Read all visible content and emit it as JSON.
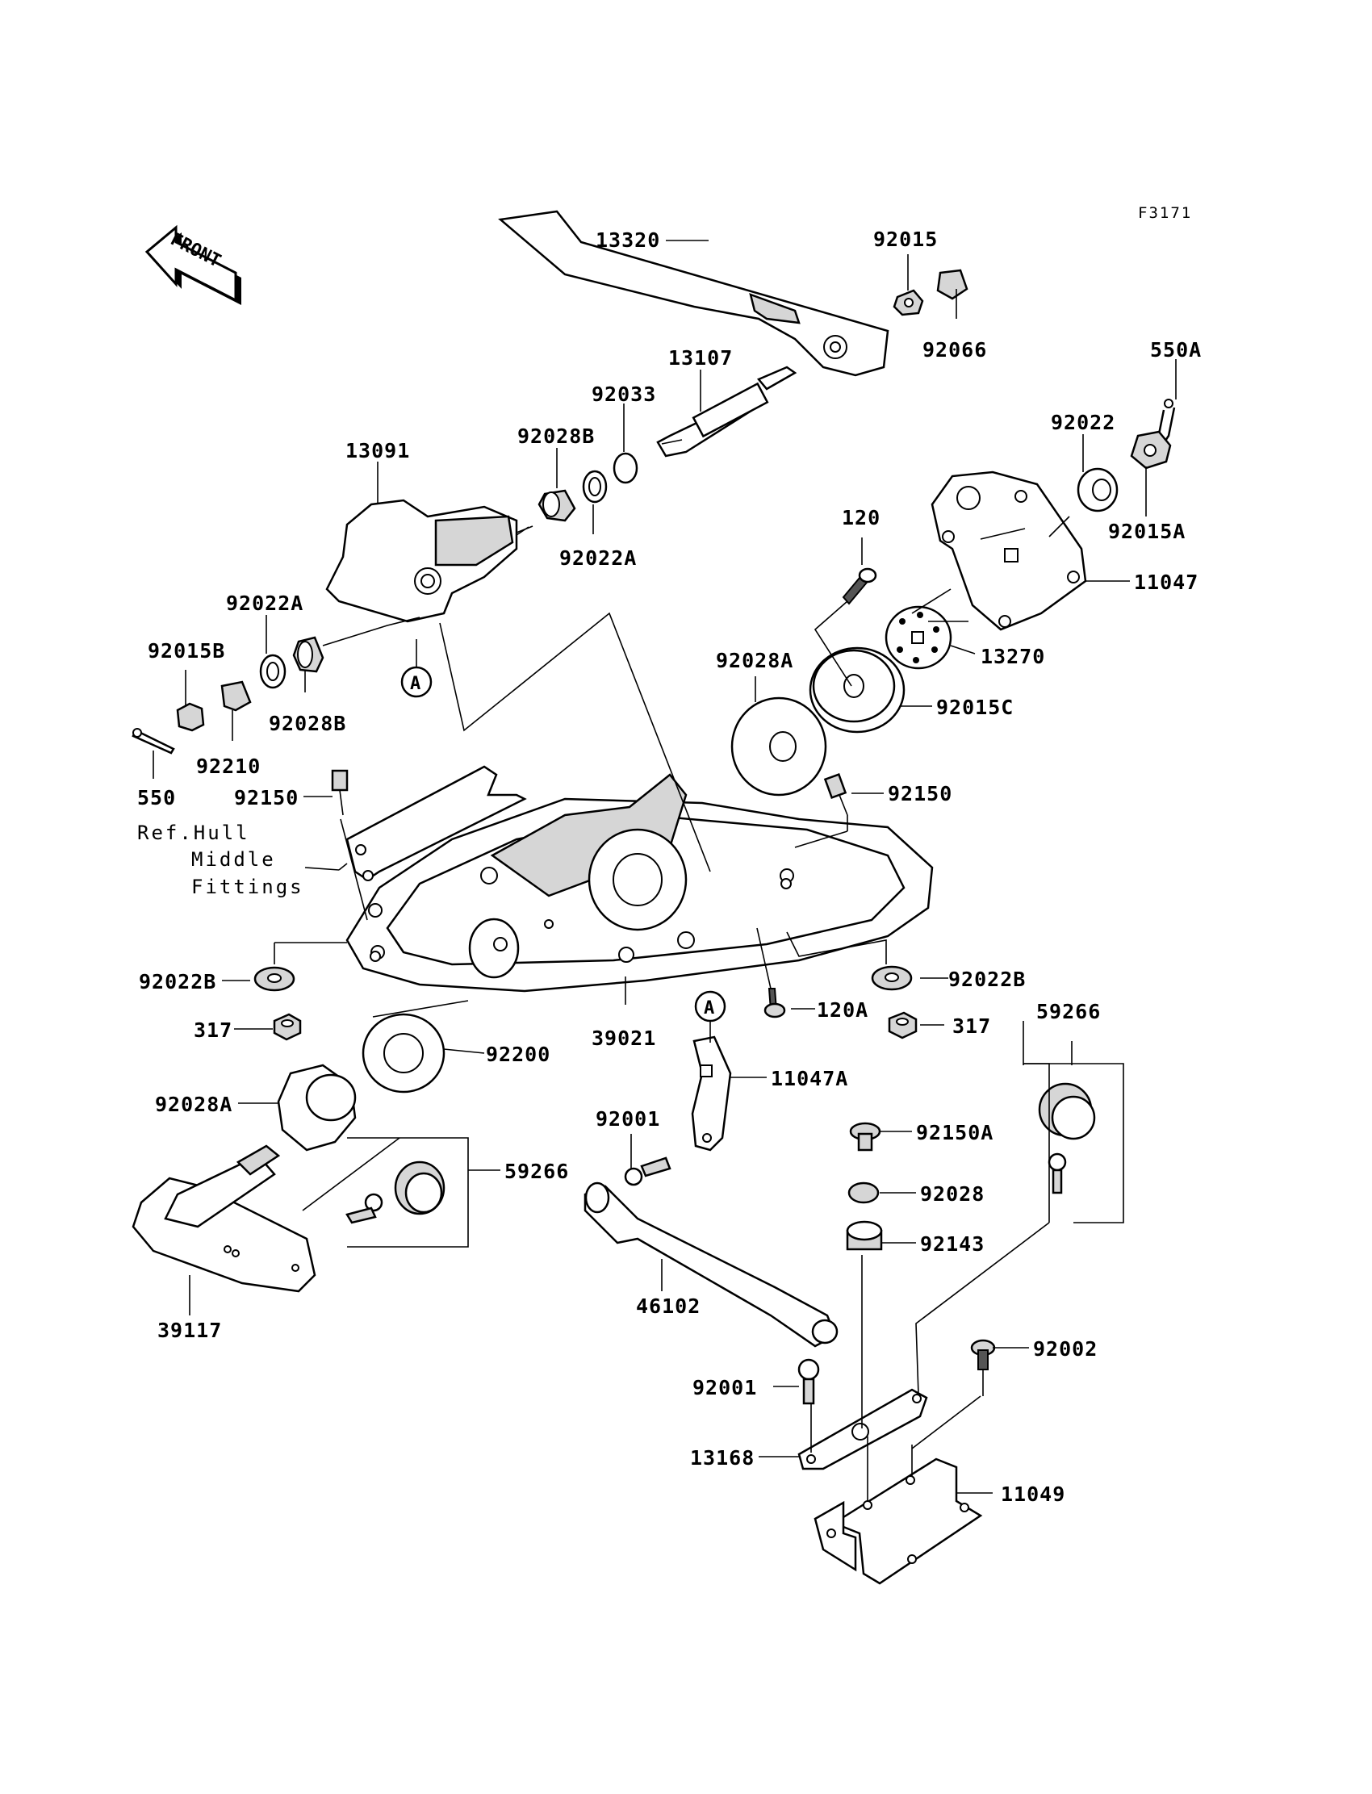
{
  "figure_code": "F3171",
  "front_arrow": {
    "text": "FRONT"
  },
  "ref_note": {
    "line1": "Ref.Hull",
    "line2": "Middle",
    "line3": "Fittings"
  },
  "callout_marker": "A",
  "parts": {
    "p13320": "13320",
    "p92015": "92015",
    "p92066": "92066",
    "p550A": "550A",
    "p13107": "13107",
    "p92033": "92033",
    "p92022_top": "92022",
    "p13091": "13091",
    "p92028B_a": "92028B",
    "p92015A": "92015A",
    "p120": "120",
    "p92022A_a": "92022A",
    "p11047": "11047",
    "p92022A_b": "92022A",
    "p92015B": "92015B",
    "p13270": "13270",
    "p92028A_a": "92028A",
    "p92028B_b": "92028B",
    "p92015C": "92015C",
    "p92210": "92210",
    "p92150_a": "92150",
    "p92150_b": "92150",
    "p550": "550",
    "p92022B_a": "92022B",
    "p92022B_b": "92022B",
    "p120A": "120A",
    "p317_a": "317",
    "p317_b": "317",
    "p39021": "39021",
    "p59266_a": "59266",
    "p92200": "92200",
    "p11047A": "11047A",
    "p92028A_b": "92028A",
    "p92001_a": "92001",
    "p92150A": "92150A",
    "p59266_b": "59266",
    "p92028": "92028",
    "p92143": "92143",
    "p39117": "39117",
    "p46102": "46102",
    "p92002": "92002",
    "p92001_b": "92001",
    "p13168": "13168",
    "p11049": "11049"
  }
}
